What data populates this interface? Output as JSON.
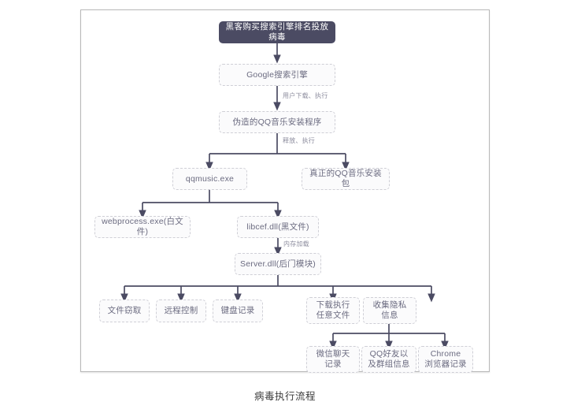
{
  "caption": "病毒执行流程",
  "colors": {
    "title_bg": "#4b4b63",
    "title_text": "#ffffff",
    "node_bg": "#fbfbfc",
    "node_border": "#cfcfd6",
    "node_text": "#6b6b80",
    "connector": "#4b4b63",
    "panel_border": "#b8b8b8",
    "caption_text": "#3b3b3b"
  },
  "flow": {
    "title_node": {
      "label": "黑客购买搜索引擎排名投放病毒"
    },
    "nodes": [
      {
        "id": "google",
        "label": "Google搜索引擎"
      },
      {
        "id": "fake-qq",
        "label": "伪造的QQ音乐安装程序"
      },
      {
        "id": "qqmusic-exe",
        "label": "qqmusic.exe"
      },
      {
        "id": "real-qq",
        "label": "真正的QQ音乐安装包"
      },
      {
        "id": "webprocess",
        "label": "webprocess.exe(白文件)"
      },
      {
        "id": "libcef",
        "label": "libcef.dll(黑文件)"
      },
      {
        "id": "server-dll",
        "label": "Server.dll(后门模块)"
      }
    ],
    "capabilities": [
      {
        "id": "file-steal",
        "line1": "文件窃取",
        "line2": ""
      },
      {
        "id": "remote-ctl",
        "line1": "远程控制",
        "line2": ""
      },
      {
        "id": "keylogger",
        "line1": "键盘记录",
        "line2": ""
      },
      {
        "id": "download-exec",
        "line1": "下载执行",
        "line2": "任意文件"
      },
      {
        "id": "privacy",
        "line1": "收集隐私",
        "line2": "信息"
      }
    ],
    "privacy_targets": [
      {
        "id": "wechat-chat",
        "line1": "微信聊天",
        "line2": "记录"
      },
      {
        "id": "qq-friends",
        "line1": "QQ好友以",
        "line2": "及群组信息"
      },
      {
        "id": "chrome-hist",
        "line1": "Chrome",
        "line2": "浏览器记录"
      }
    ],
    "edge_labels": [
      {
        "id": "edge-download-run",
        "text": "用户下载、执行"
      },
      {
        "id": "edge-release-run",
        "text": "释放、执行"
      },
      {
        "id": "edge-mem-load",
        "text": "内存加载"
      }
    ]
  }
}
